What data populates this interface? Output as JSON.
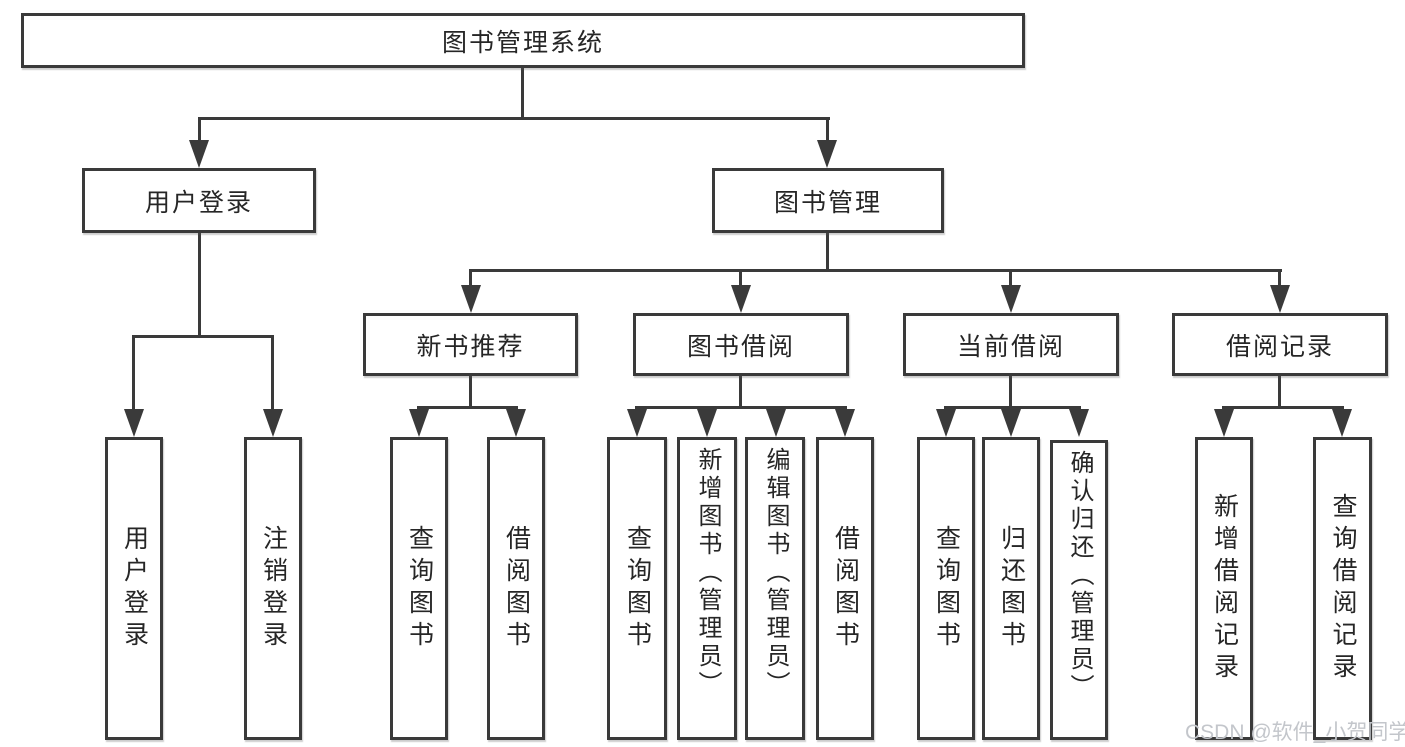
{
  "tree": {
    "label": "图书管理系统",
    "children": [
      {
        "label": "用户登录",
        "children": [
          {
            "label": "用户登录"
          },
          {
            "label": "注销登录"
          }
        ]
      },
      {
        "label": "图书管理",
        "children": [
          {
            "label": "新书推荐",
            "children": [
              {
                "label": "查询图书"
              },
              {
                "label": "借阅图书"
              }
            ]
          },
          {
            "label": "图书借阅",
            "children": [
              {
                "label": "查询图书"
              },
              {
                "label": "新增图书（管理员）"
              },
              {
                "label": "编辑图书（管理员）"
              },
              {
                "label": "借阅图书"
              }
            ]
          },
          {
            "label": "当前借阅",
            "children": [
              {
                "label": "查询图书"
              },
              {
                "label": "归还图书"
              },
              {
                "label": "确认归还（管理员）"
              }
            ]
          },
          {
            "label": "借阅记录",
            "children": [
              {
                "label": "新增借阅记录"
              },
              {
                "label": "查询借阅记录"
              }
            ]
          }
        ]
      }
    ]
  },
  "watermark": "CSDN @软件_小贺同学",
  "colors": {
    "line": "#3a3a3a",
    "text": "#262626",
    "background": "#ffffff",
    "watermark": "#c3c6cb"
  }
}
